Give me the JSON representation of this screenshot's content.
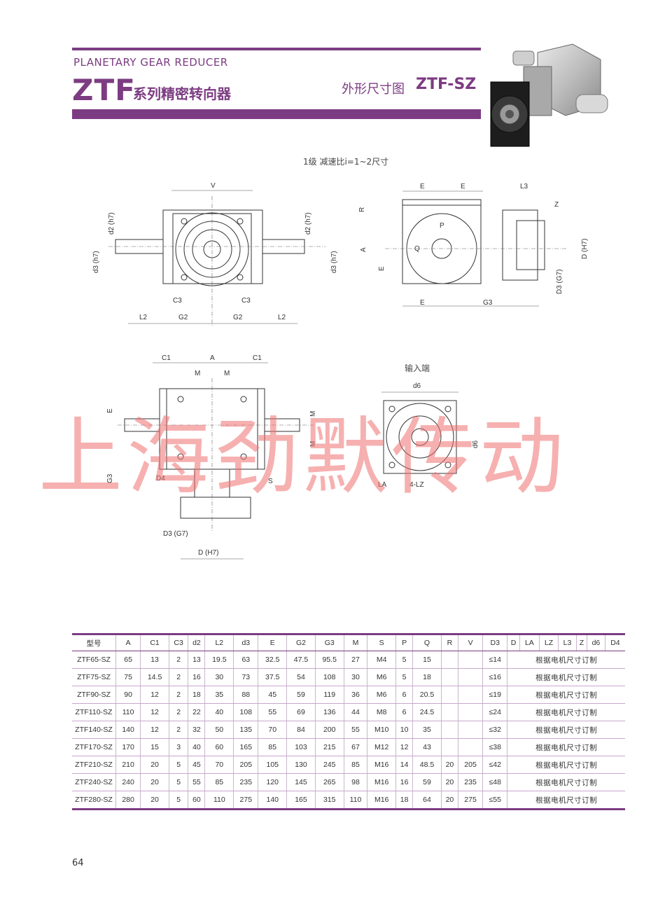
{
  "header": {
    "series_en": "PLANETARY GEAR REDUCER",
    "model": "ZTF",
    "series_cn": "系列精密转向器",
    "dim_label": "外形尺寸图",
    "dim_code": "ZTF-SZ"
  },
  "captions": {
    "ratio": "1级  减速比i=1~2尺寸",
    "input_end": "输入端"
  },
  "drawing_labels": {
    "front": [
      "V",
      "d2 (h7)",
      "d2 (h7)",
      "d3 (h7)",
      "d3 (h7)",
      "C3",
      "C3",
      "L2",
      "G2",
      "G2",
      "L2"
    ],
    "side": [
      "E",
      "E",
      "L3",
      "R",
      "Z",
      "P",
      "A",
      "Q",
      "E",
      "D (H7)",
      "D3 (G7)",
      "E",
      "G3"
    ],
    "top": [
      "C1",
      "A",
      "C1",
      "M",
      "M",
      "E",
      "M",
      "M",
      "G3",
      "D4",
      "S",
      "D3 (G7)",
      "D (H7)"
    ],
    "input": [
      "d6",
      "d6",
      "LA",
      "4-LZ"
    ]
  },
  "watermark": "上海劲默传动",
  "table": {
    "headers": [
      "型号",
      "A",
      "C1",
      "C3",
      "d2",
      "L2",
      "d3",
      "E",
      "G2",
      "G3",
      "M",
      "S",
      "P",
      "Q",
      "R",
      "V",
      "D3",
      "D",
      "LA",
      "LZ",
      "L3",
      "Z",
      "d6",
      "D4"
    ],
    "custom_note": "根据电机尺寸订制",
    "rows": [
      [
        "ZTF65-SZ",
        "65",
        "13",
        "2",
        "13",
        "19.5",
        "63",
        "32.5",
        "47.5",
        "95.5",
        "27",
        "M4",
        "5",
        "15",
        "",
        "",
        "≤14"
      ],
      [
        "ZTF75-SZ",
        "75",
        "14.5",
        "2",
        "16",
        "30",
        "73",
        "37.5",
        "54",
        "108",
        "30",
        "M6",
        "5",
        "18",
        "",
        "",
        "≤16"
      ],
      [
        "ZTF90-SZ",
        "90",
        "12",
        "2",
        "18",
        "35",
        "88",
        "45",
        "59",
        "119",
        "36",
        "M6",
        "6",
        "20.5",
        "",
        "",
        "≤19"
      ],
      [
        "ZTF110-SZ",
        "110",
        "12",
        "2",
        "22",
        "40",
        "108",
        "55",
        "69",
        "136",
        "44",
        "M8",
        "6",
        "24.5",
        "",
        "",
        "≤24"
      ],
      [
        "ZTF140-SZ",
        "140",
        "12",
        "2",
        "32",
        "50",
        "135",
        "70",
        "84",
        "200",
        "55",
        "M10",
        "10",
        "35",
        "",
        "",
        "≤32"
      ],
      [
        "ZTF170-SZ",
        "170",
        "15",
        "3",
        "40",
        "60",
        "165",
        "85",
        "103",
        "215",
        "67",
        "M12",
        "12",
        "43",
        "",
        "",
        "≤38"
      ],
      [
        "ZTF210-SZ",
        "210",
        "20",
        "5",
        "45",
        "70",
        "205",
        "105",
        "130",
        "245",
        "85",
        "M16",
        "14",
        "48.5",
        "20",
        "205",
        "≤42"
      ],
      [
        "ZTF240-SZ",
        "240",
        "20",
        "5",
        "55",
        "85",
        "235",
        "120",
        "145",
        "265",
        "98",
        "M16",
        "16",
        "59",
        "20",
        "235",
        "≤48"
      ],
      [
        "ZTF280-SZ",
        "280",
        "20",
        "5",
        "60",
        "110",
        "275",
        "140",
        "165",
        "315",
        "110",
        "M16",
        "18",
        "64",
        "20",
        "275",
        "≤55"
      ]
    ]
  },
  "footer": {
    "page_number": "64"
  }
}
